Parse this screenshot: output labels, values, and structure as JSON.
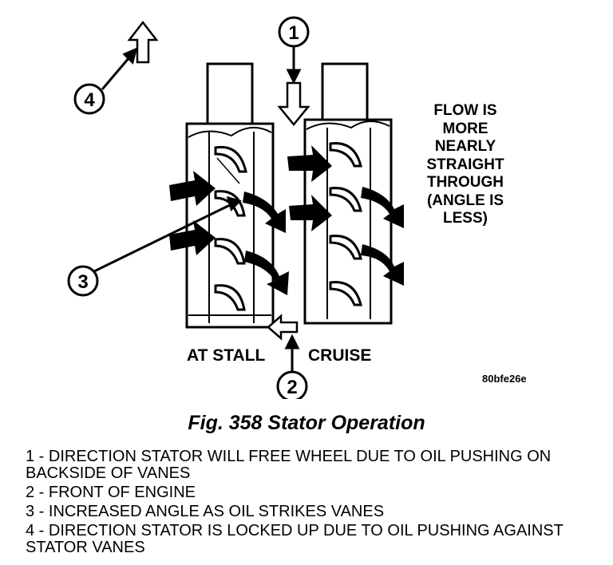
{
  "callouts": [
    "1",
    "2",
    "3",
    "4"
  ],
  "flow_note": [
    "FLOW IS",
    "MORE",
    "NEARLY",
    "STRAIGHT",
    "THROUGH",
    "(ANGLE IS",
    "LESS)"
  ],
  "label_stall": "AT STALL",
  "label_cruise": "CRUISE",
  "figure_code": "80bfe26e",
  "caption": "Fig. 358 Stator Operation",
  "legend": [
    "1 - DIRECTION STATOR WILL FREE WHEEL DUE TO OIL PUSHING ON BACKSIDE OF VANES",
    "2 - FRONT OF ENGINE",
    "3 - INCREASED ANGLE AS OIL STRIKES VANES",
    "4 - DIRECTION STATOR IS LOCKED UP DUE TO OIL PUSHING AGAINST STATOR VANES"
  ]
}
